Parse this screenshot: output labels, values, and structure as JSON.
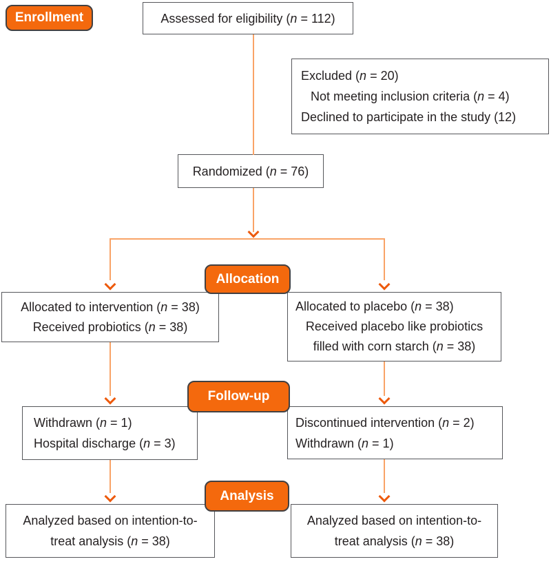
{
  "colors": {
    "badge_orange": "#f4690d",
    "badge_border": "#414042",
    "arrow_shaft_orange": "#f9a366",
    "arrow_head_orange": "#ed5a0c",
    "box_border_gray": "#55565a",
    "text_dark": "#231f20"
  },
  "badges": {
    "enrollment": "Enrollment",
    "allocation": "Allocation",
    "followup": "Follow-up",
    "analysis": "Analysis"
  },
  "boxes": {
    "assessed": [
      [
        {
          "t": "Assessed for eligibility ("
        },
        {
          "t": "n",
          "i": true
        },
        {
          "t": " = 112)"
        }
      ]
    ],
    "excluded": [
      [
        {
          "t": "Excluded ("
        },
        {
          "t": "n",
          "i": true
        },
        {
          "t": " = 20)"
        }
      ],
      [
        {
          "t": "Not meeting inclusion criteria ("
        },
        {
          "t": "n",
          "i": true
        },
        {
          "t": " = 4)"
        }
      ],
      [
        {
          "t": "Declined to participate in the study (12)"
        }
      ]
    ],
    "randomized": [
      [
        {
          "t": "Randomized ("
        },
        {
          "t": "n",
          "i": true
        },
        {
          "t": " = 76)"
        }
      ]
    ],
    "alloc_left": [
      [
        {
          "t": "Allocated to intervention ("
        },
        {
          "t": "n",
          "i": true
        },
        {
          "t": " = 38)"
        }
      ],
      [
        {
          "t": "Received probiotics ("
        },
        {
          "t": "n",
          "i": true
        },
        {
          "t": " = 38)"
        }
      ]
    ],
    "alloc_right": [
      [
        {
          "t": "Allocated to placebo ("
        },
        {
          "t": "n",
          "i": true
        },
        {
          "t": " = 38)"
        }
      ],
      [
        {
          "t": "Received placebo like probiotics"
        }
      ],
      [
        {
          "t": "filled with corn starch ("
        },
        {
          "t": "n",
          "i": true
        },
        {
          "t": " = 38)"
        }
      ]
    ],
    "followup_left": [
      [
        {
          "t": "Withdrawn ("
        },
        {
          "t": "n",
          "i": true
        },
        {
          "t": " = 1)"
        }
      ],
      [
        {
          "t": "Hospital discharge ("
        },
        {
          "t": "n",
          "i": true
        },
        {
          "t": " = 3)"
        }
      ]
    ],
    "followup_right": [
      [
        {
          "t": "Discontinued intervention ("
        },
        {
          "t": "n",
          "i": true
        },
        {
          "t": " = 2)"
        }
      ],
      [
        {
          "t": "Withdrawn ("
        },
        {
          "t": "n",
          "i": true
        },
        {
          "t": " = 1)"
        }
      ]
    ],
    "analysis_left": [
      [
        {
          "t": "Analyzed based on intention-to-"
        }
      ],
      [
        {
          "t": "treat analysis ("
        },
        {
          "t": "n",
          "i": true
        },
        {
          "t": " = 38)"
        }
      ]
    ],
    "analysis_right": [
      [
        {
          "t": "Analyzed based on intention-to-"
        }
      ],
      [
        {
          "t": "treat analysis ("
        },
        {
          "t": "n",
          "i": true
        },
        {
          "t": " = 38)"
        }
      ]
    ]
  }
}
